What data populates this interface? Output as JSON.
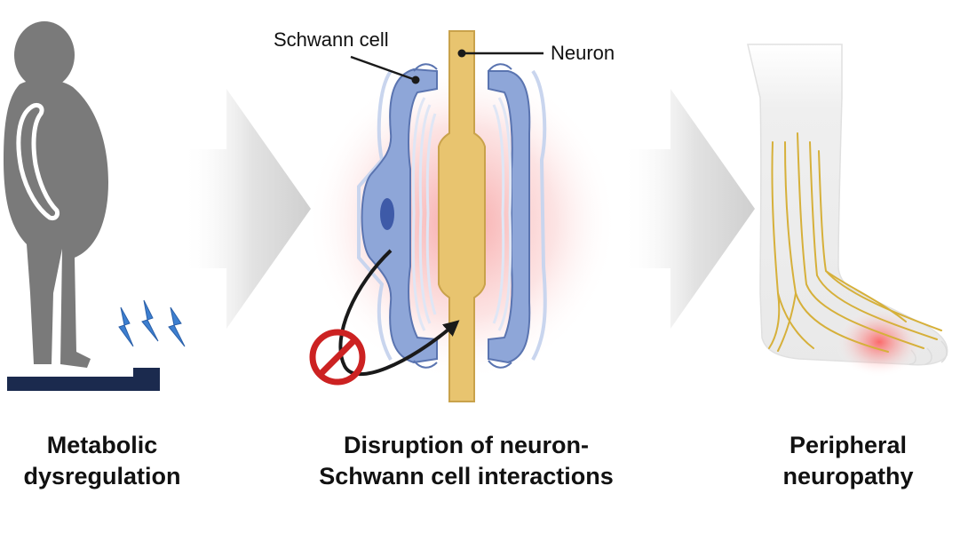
{
  "panels": [
    {
      "id": "metabolic",
      "caption_line1": "Metabolic",
      "caption_line2": "dysregulation"
    },
    {
      "id": "disruption",
      "caption_line1": "Disruption of neuron-",
      "caption_line2": "Schwann cell interactions"
    },
    {
      "id": "neuropathy",
      "caption_line1": "Peripheral",
      "caption_line2": "neuropathy"
    }
  ],
  "callouts": {
    "schwann_cell": "Schwann cell",
    "neuron": "Neuron"
  },
  "icons": [
    "person-silhouette-icon",
    "scale-icon",
    "lightning-icon",
    "progress-arrow-icon",
    "no-symbol-icon",
    "foot-icon"
  ],
  "colors": {
    "person": "#7a7a7a",
    "scale": "#1b2a4e",
    "lightning": "#3d7fd0",
    "axon": "#e8c46f",
    "axon_edge": "#c9a24b",
    "schwann": "#8ea6d8",
    "schwann_edge": "#5a74b0",
    "myelin_line": "#dfe6f5",
    "inflammation": "#f06262",
    "prohibit": "#cc2222",
    "nerve": "#d6b03a",
    "leg": "#eeeeee",
    "progress_arrow": "#d8d8d8"
  }
}
